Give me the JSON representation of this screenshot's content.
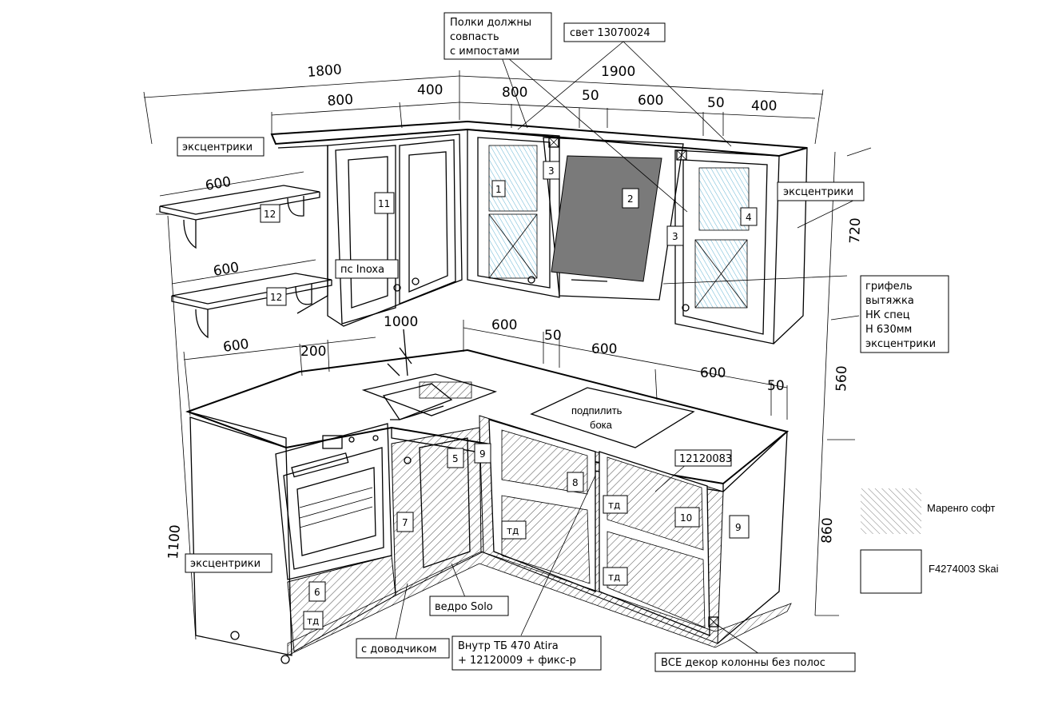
{
  "dimensions": {
    "top_1800": "1800",
    "top_1900": "1900",
    "upper_800": "800",
    "upper_400_left": "400",
    "upper_800_mid": "800",
    "upper_50_a": "50",
    "upper_600": "600",
    "upper_50_b": "50",
    "upper_400_right": "400",
    "shelf_600_a": "600",
    "shelf_600_b": "600",
    "lower_600_left": "600",
    "lower_200": "200",
    "lower_1000": "1000",
    "back_600_a": "600",
    "back_50_a": "50",
    "back_600_b": "600",
    "back_600_c": "600",
    "back_50_b": "50",
    "height_720": "720",
    "height_560": "560",
    "height_860": "860",
    "height_1100": "1100"
  },
  "callouts": {
    "shelves_match_1": "Полки должны",
    "shelves_match_2": "совпасть",
    "shelves_match_3": "с импостами",
    "light": "свет 13070024",
    "eccentric_top_left": "эксцентрики",
    "eccentric_right": "эксцентрики",
    "eccentric_bottom_left": "эксцентрики",
    "pc_inoxa": "пс Inoxa",
    "slate_1": "грифель",
    "slate_2": "вытяжка",
    "slate_3": "НК спец",
    "slate_4": "Н 630мм",
    "slate_5": "эксцентрики",
    "trim_1": "подпилить",
    "trim_2": "бока",
    "code_12120083": "12120083",
    "bucket": "ведро Solo",
    "closer": "с доводчиком",
    "inner_1": "Внутр ТБ 470 Atira",
    "inner_2": "+ 12120009 + фикс-р",
    "columns": "ВСЕ декор колонны без полос"
  },
  "numbers": {
    "n1": "1",
    "n2": "2",
    "n3a": "3",
    "n3b": "3",
    "n4": "4",
    "n5": "5",
    "n6": "6",
    "n7": "7",
    "n8": "8",
    "n9a": "9",
    "n9b": "9",
    "n10": "10",
    "n11": "11",
    "n12a": "12",
    "n12b": "12",
    "td1": "тд",
    "td2": "тд",
    "td3": "тд",
    "td4": "тд"
  },
  "legend": {
    "hatched_label": "Маренго софт",
    "plain_label": "F4274003 Skai"
  },
  "colors": {
    "line": "#000000",
    "glass_hatch": "#3aa0c8",
    "hood_fill": "#7a7a7a"
  }
}
